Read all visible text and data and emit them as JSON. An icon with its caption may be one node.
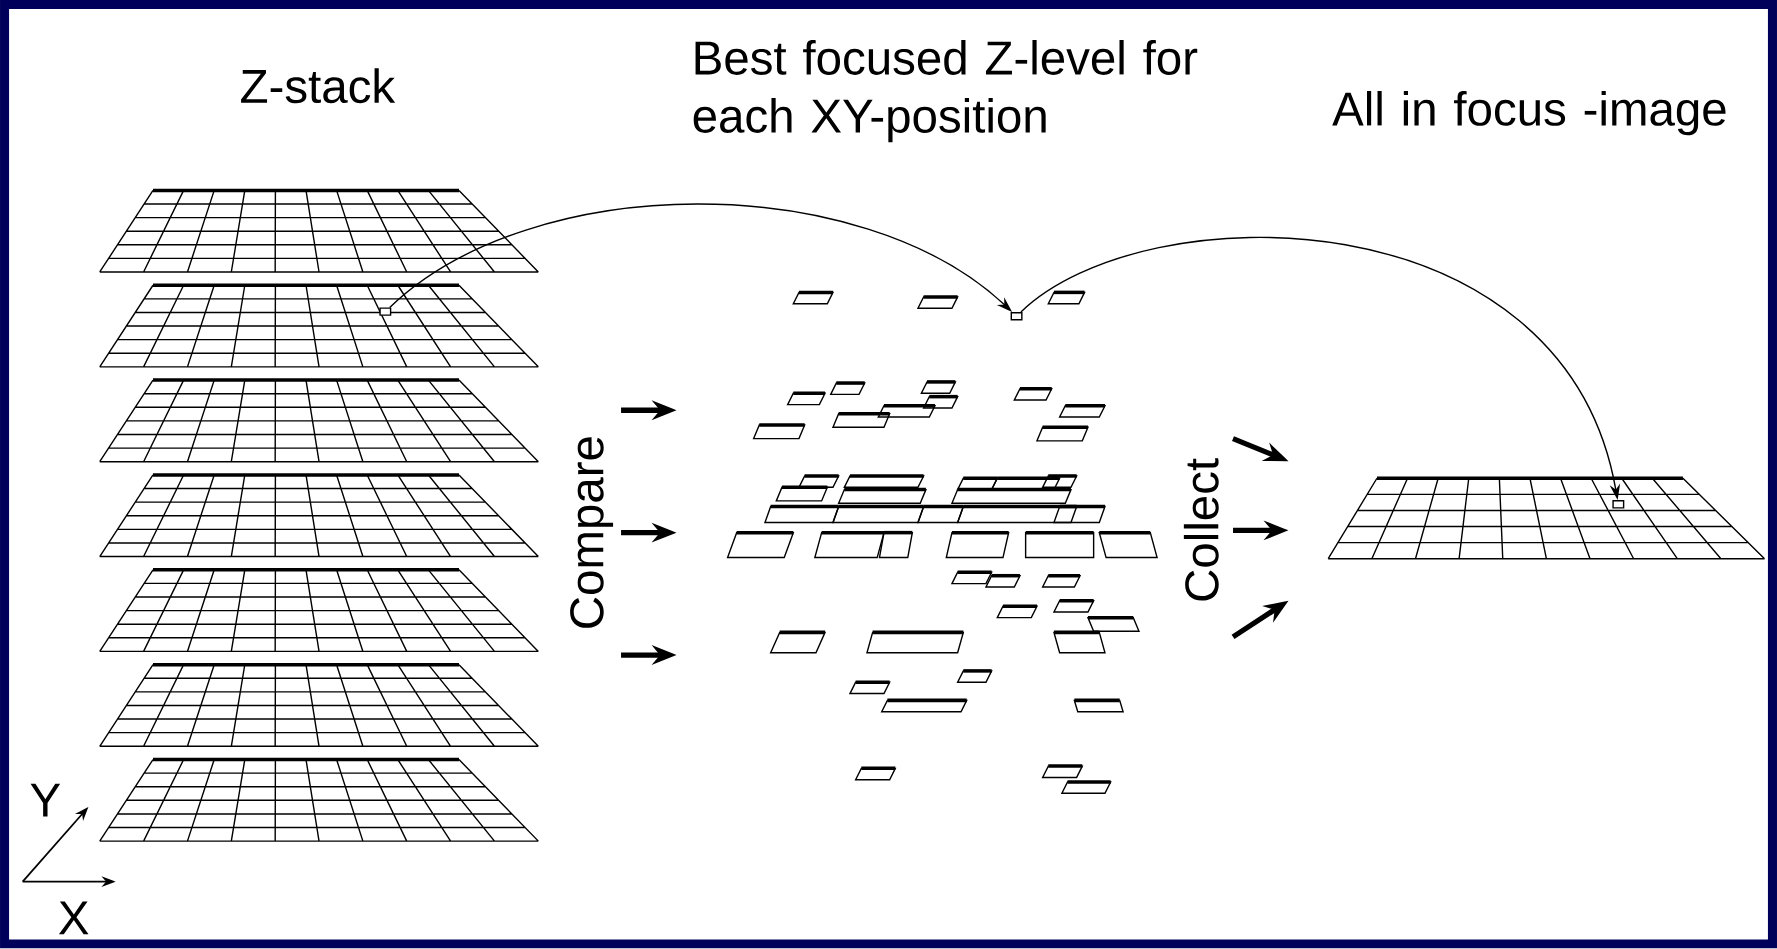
{
  "diagram": {
    "nodes": [
      {
        "text": [
          "Z-stack"
        ]
      },
      {
        "text": [],
        "shape": "box",
        "in": 0
      },
      {
        "text": [
          "Best focused Z-level for each XY-position"
        ]
      },
      {
        "text": [],
        "shape": "box",
        "in": 2
      },
      {
        "text": [
          "All in focus -image"
        ]
      },
      {
        "text": [],
        "shape": "box",
        "in": 4
      }
    ],
    "edges": [
      {
        "from": 1,
        "to": 3,
        "arrow": "to"
      },
      {
        "from": 3,
        "to": 5,
        "arrow": "to"
      }
    ],
    "labels": [
      "Compare",
      "Collect",
      "Y",
      "X"
    ]
  }
}
